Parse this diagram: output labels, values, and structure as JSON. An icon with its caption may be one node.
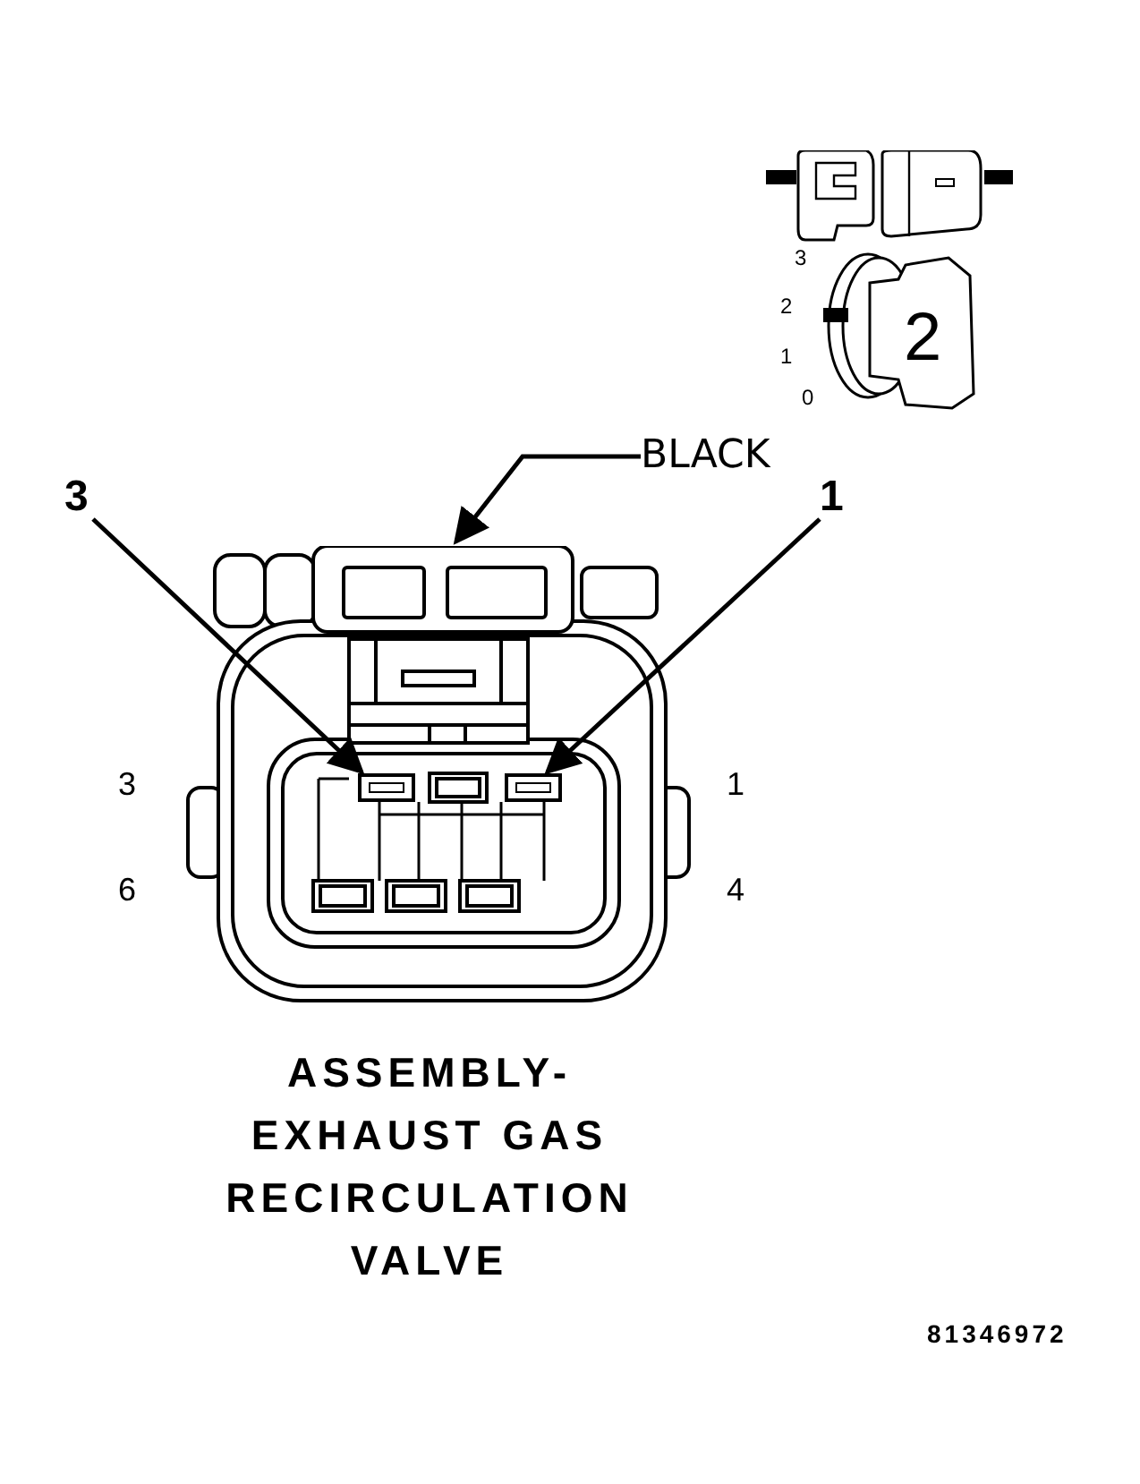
{
  "diagram": {
    "caption": "ASSEMBLY- EXHAUST GAS RECIRCULATION VALVE",
    "nodes": [
      {
        "text": [
          "BLACK"
        ]
      },
      {
        "text": [
          "3"
        ]
      },
      {
        "text": [
          "1"
        ]
      },
      {
        "text": [],
        "shape": "picture"
      },
      {
        "text": [],
        "shape": "box",
        "in": 3
      },
      {
        "text": [],
        "shape": "box",
        "in": 3
      }
    ],
    "edges": [
      {
        "from": 0,
        "to": 3,
        "arrow": "to"
      },
      {
        "from": 1,
        "to": 4,
        "arrow": "to"
      },
      {
        "from": 2,
        "to": 5,
        "arrow": "to"
      }
    ],
    "labels": [
      "3",
      "2",
      "1",
      "0",
      "2",
      "3",
      "1",
      "6",
      "4",
      "81346972"
    ]
  }
}
